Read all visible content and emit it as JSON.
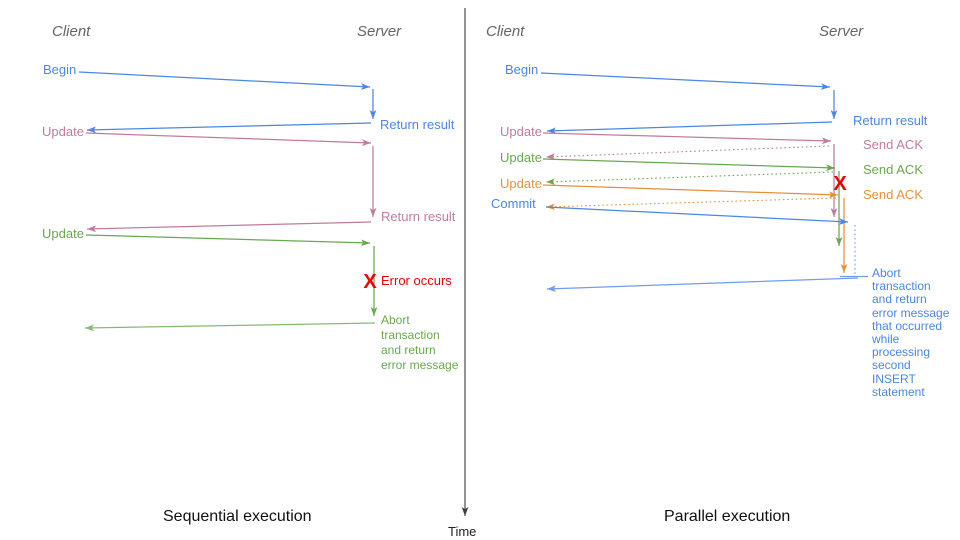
{
  "left_panel": {
    "client_header": "Client",
    "server_header": "Server",
    "begin_label": "Begin",
    "return_result_1": "Return result",
    "update_1": "Update",
    "return_result_2": "Return result",
    "update_2": "Update",
    "error_marker": "X",
    "error_label": "Error occurs",
    "abort_lines": [
      "Abort",
      "transaction",
      "and return",
      "error message"
    ],
    "caption": "Sequential execution"
  },
  "right_panel": {
    "client_header": "Client",
    "server_header": "Server",
    "begin_label": "Begin",
    "return_result": "Return result",
    "update_1": "Update",
    "ack_1": "Send ACK",
    "update_2": "Update",
    "ack_2": "Send ACK",
    "update_3": "Update",
    "ack_3": "Send ACK",
    "commit_label": "Commit",
    "error_marker": "X",
    "abort_lines": [
      "Abort",
      "transaction",
      "and return",
      "error message",
      "that occurred",
      "while",
      "processing",
      "second",
      "INSERT",
      "statement"
    ],
    "caption": "Parallel execution"
  },
  "time_axis": {
    "label": "Time"
  },
  "colors": {
    "begin_commit_blue": "#4a86e8",
    "update1_pink": "#c27ba0",
    "update2_green": "#6aa84f",
    "update3_orange": "#e69138",
    "error_red": "#ee0000",
    "header_gray": "#666666",
    "axis_dark": "#3d3d3d"
  }
}
